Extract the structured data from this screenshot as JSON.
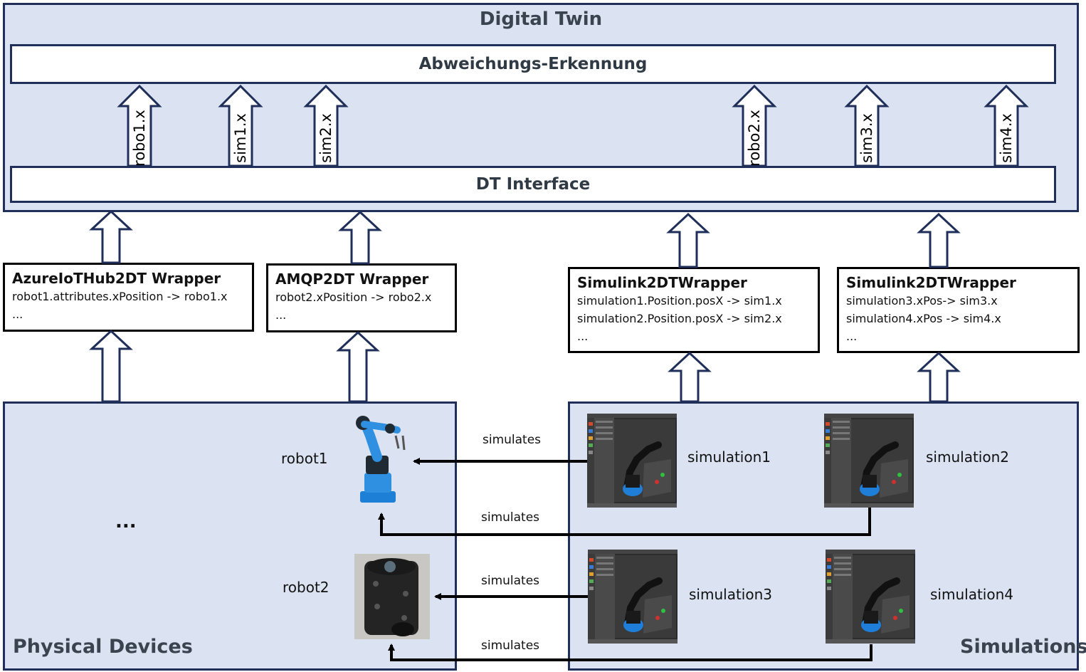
{
  "digital_twin": {
    "title": "Digital Twin",
    "abweichung_label": "Abweichungs-Erkennung",
    "interface_label": "DT Interface",
    "signals": [
      "robo1.x",
      "sim1.x",
      "sim2.x",
      "robo2.x",
      "sim3.x",
      "sim4.x"
    ]
  },
  "wrappers": [
    {
      "title": "AzureIoTHub2DT Wrapper",
      "lines": [
        "robot1.attributes.xPosition -> robo1.x",
        "..."
      ]
    },
    {
      "title": "AMQP2DT Wrapper",
      "lines": [
        "robot2.xPosition -> robo2.x",
        "..."
      ]
    },
    {
      "title": "Simulink2DTWrapper",
      "lines": [
        "simulation1.Position.posX -> sim1.x",
        "simulation2.Position.posX -> sim2.x",
        "..."
      ]
    },
    {
      "title": "Simulink2DTWrapper",
      "lines": [
        "simulation3.xPos-> sim3.x",
        "simulation4.xPos -> sim4.x",
        "..."
      ]
    }
  ],
  "physical": {
    "title": "Physical Devices",
    "robot1": "robot1",
    "robot2": "robot2",
    "ellipsis": "..."
  },
  "simulations": {
    "title": "Simulations",
    "items": [
      "simulation1",
      "simulation2",
      "simulation3",
      "simulation4"
    ]
  },
  "relations": {
    "label": "simulates"
  },
  "colors": {
    "panel_fill": "#dbe3f2",
    "panel_border": "#1f2f5a",
    "arrow_stroke": "#1f2f5a",
    "robot_blue": "#2f8fe0"
  }
}
